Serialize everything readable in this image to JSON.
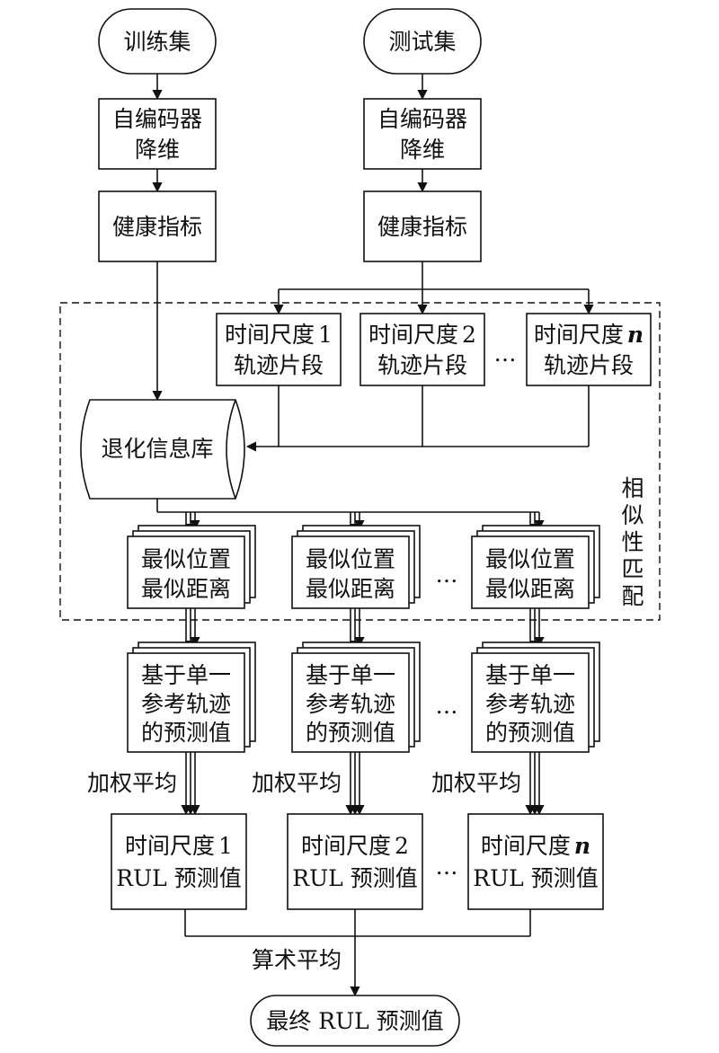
{
  "train": {
    "source": "训练集",
    "encoder": [
      "自编码器",
      "降维"
    ],
    "health": "健康指标"
  },
  "test": {
    "source": "测试集",
    "encoder": [
      "自编码器",
      "降维"
    ],
    "health": "健康指标"
  },
  "segments": [
    {
      "line1": "时间尺度",
      "scale": "1",
      "line2": "轨迹片段"
    },
    {
      "line1": "时间尺度",
      "scale": "2",
      "line2": "轨迹片段"
    },
    {
      "line1": "时间尺度",
      "scale": "n",
      "line2": "轨迹片段"
    }
  ],
  "library": "退化信息库",
  "similarity": [
    "相",
    "似",
    "性",
    "匹",
    "配"
  ],
  "match": [
    "最似位置",
    "最似距离"
  ],
  "single_pred": [
    "基于单一",
    "参考轨迹",
    "的预测值"
  ],
  "weighted_avg": "加权平均",
  "scale_rul": [
    {
      "line1": "时间尺度",
      "scale": "1",
      "line2": "RUL 预测值"
    },
    {
      "line1": "时间尺度",
      "scale": "2",
      "line2": "RUL 预测值"
    },
    {
      "line1": "时间尺度",
      "scale": "n",
      "line2": "RUL 预测值"
    }
  ],
  "arith_avg": "算术平均",
  "final": "最终 RUL 预测值",
  "ellipsis": "…"
}
